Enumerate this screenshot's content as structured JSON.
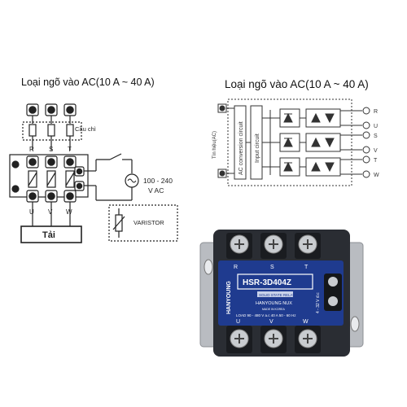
{
  "left_diagram": {
    "title_main": "Loại ngõ vào AC",
    "title_range": "(10 A ~ 40 A)",
    "fuse_label": "Cầu chì",
    "input_terminals": [
      "R",
      "S",
      "T"
    ],
    "output_terminals": [
      "U",
      "V",
      "W"
    ],
    "voltage_line1": "100 - 240",
    "voltage_line2": "V AC",
    "varistor_label": "VARISTOR",
    "load_label": "Tải"
  },
  "right_diagram": {
    "title_main": "Loại ngõ vào AC",
    "title_range": "(10 A ~ 40 A)",
    "side_label": "Tín hiệu(AC)",
    "block1_label": "AC conversion circuit",
    "block2_label": "Input circuit",
    "terminals": [
      "R",
      "U",
      "S",
      "V",
      "T",
      "W"
    ]
  },
  "relay": {
    "brand_side": "HANYOUNG",
    "model": "HSR-3D404Z",
    "type_label": "SOLID STATE RELAY",
    "brand_label": "HANYOUNG NUX",
    "made_in": "MADE IN KOREA",
    "load_spec": "LOAD 90 - 480 V a.c 40 A  50 - 60 Hz",
    "input_spec": "4 - 32 V d.c",
    "input_terminals": [
      "R",
      "S",
      "T"
    ],
    "output_terminals": [
      "U",
      "V",
      "W"
    ]
  },
  "colors": {
    "relay_blue": "#1f3b8f",
    "relay_body": "#2a2d33",
    "mount_plate": "#b9bcc1",
    "line": "#222222"
  }
}
